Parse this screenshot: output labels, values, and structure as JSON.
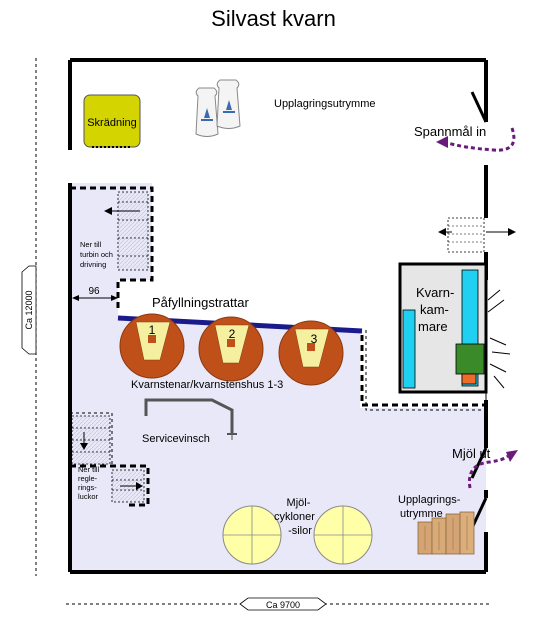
{
  "title": "Silvast kvarn",
  "labels": {
    "storage_top": "Upplagringsutrymme",
    "screening": "Skrädning",
    "grain_in": "Spannmål in",
    "to_turbine": [
      "Ner till",
      "turbin och",
      "drivning"
    ],
    "width_mark": "96",
    "filling_hoppers": "Påfyllningstrattar",
    "hopper_1": "1",
    "hopper_2": "2",
    "hopper_3": "3",
    "millstones": "Kvarnstenar/kvarnstenshus 1-3",
    "mill_chamber": [
      "Kvarn-",
      "kam-",
      "mare"
    ],
    "service_winch": "Servicevinsch",
    "to_control_hatches": [
      "Ner till",
      "regle-",
      "rings-",
      "luckor"
    ],
    "flour_out": "Mjöl ut",
    "flour_silos": [
      "Mjöl-",
      "cykloner",
      "-silor"
    ],
    "storage_bottom": [
      "Upplagrings-",
      "utrymme"
    ],
    "dim_height": "Ca 12000",
    "dim_width": "Ca 9700"
  },
  "colors": {
    "floor": "#e8e8f8",
    "wall": "#000000",
    "screening_box": "#d4d400",
    "hopper_bar": "#1a1a8a",
    "millstone": "#c0501a",
    "millstone_inner": "#f4f0a0",
    "silo": "#ffffa8",
    "chamber": "#e6e6e6",
    "chamber_cyan": "#20d0f0",
    "green_box": "#3a8a2a",
    "orange_box": "#f06a2a",
    "arrow_purple": "#6a1a7a",
    "sack": "#f8f8f8",
    "paper_bag": "#d4a474"
  }
}
